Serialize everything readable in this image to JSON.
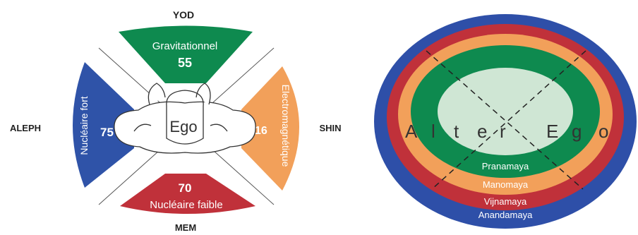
{
  "left": {
    "top": {
      "letter": "YOD",
      "name": "Gravitationnel",
      "value": "55"
    },
    "right": {
      "letter": "SHIN",
      "name": "Electromagnétique",
      "value": "16"
    },
    "bottom": {
      "letter": "MEM",
      "name": "Nucléaire faible",
      "value": "70"
    },
    "left": {
      "letter": "ALEPH",
      "name": "Nucléaire fort",
      "value": "75"
    },
    "center": "Ego"
  },
  "right": {
    "center_letters": [
      "A",
      "l",
      "t",
      "e",
      "r",
      "E",
      "g",
      "o"
    ],
    "layers": [
      "Pranamaya",
      "Manomaya",
      "Vijnamaya",
      "Anandamaya"
    ]
  },
  "colors": {
    "green": "#0e8a4f",
    "orange": "#f2a05a",
    "red": "#c0313a",
    "blue": "#2f53a8",
    "light_green": "#cfe6d4",
    "outer_blue": "#2e4fa8"
  }
}
